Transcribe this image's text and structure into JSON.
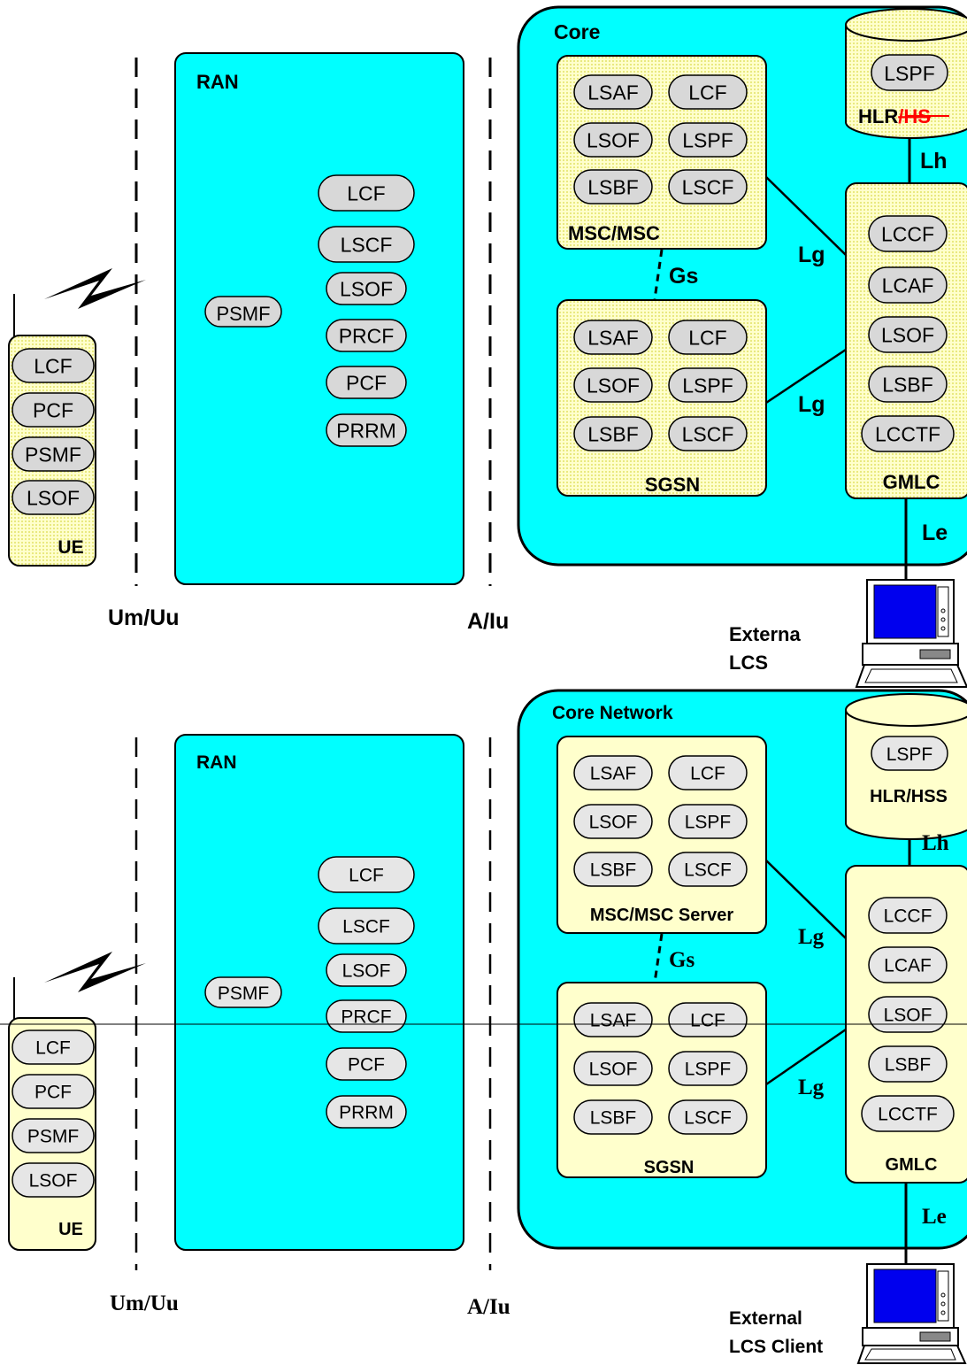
{
  "colors": {
    "network_fill": "#00ffff",
    "node_fill": "#ffffcc",
    "node_dot": "#e9e980",
    "pill_fill": "#e6e6e6",
    "pill_fill_top": "#d8d8d8",
    "monitor_screen": "#0000ee",
    "strike": "#ff0000"
  },
  "top": {
    "core_label": "Core",
    "ran_label": "RAN",
    "ran_outer": [
      "LCF",
      "LSCF",
      "LSOF",
      "PRCF",
      "PCF",
      "PRRM"
    ],
    "psmf_label": "PSMF",
    "ue_label": "UE",
    "ue_pills": [
      "LCF",
      "PCF",
      "PSMF",
      "LSOF"
    ],
    "msc_label": "MSC/MSC",
    "msc_pills": [
      "LSAF",
      "LCF",
      "LSOF",
      "LSPF",
      "LSBF",
      "LSCF"
    ],
    "sgsn_label": "SGSN",
    "sgsn_pills": [
      "LSAF",
      "LCF",
      "LSOF",
      "LSPF",
      "LSBF",
      "LSCF"
    ],
    "hlr_pill": "LSPF",
    "hlr_label_main": "HLR",
    "hlr_label_struck": "/HS",
    "gmlc_label": "GMLC",
    "gmlc_pills": [
      "LCCF",
      "LCAF",
      "LSOF",
      "LSBF",
      "LCCTF"
    ],
    "gs_label": "Gs",
    "lg_label": "Lg",
    "lh_label": "Lh",
    "le_label": "Le",
    "um_label": "Um/Uu",
    "aiu_label": "A/Iu",
    "client_line1": "Externa",
    "client_line2": "LCS"
  },
  "bottom": {
    "core_label": "Core Network",
    "ran_label": "RAN",
    "ran_outer": [
      "LCF",
      "LSCF",
      "LSOF",
      "PRCF",
      "PCF",
      "PRRM"
    ],
    "psmf_label": "PSMF",
    "ue_label": "UE",
    "ue_pills": [
      "LCF",
      "PCF",
      "PSMF",
      "LSOF"
    ],
    "msc_label": "MSC/MSC Server",
    "msc_pills": [
      "LSAF",
      "LCF",
      "LSOF",
      "LSPF",
      "LSBF",
      "LSCF"
    ],
    "sgsn_label": "SGSN",
    "sgsn_pills": [
      "LSAF",
      "LCF",
      "LSOF",
      "LSPF",
      "LSBF",
      "LSCF"
    ],
    "hlr_pill": "LSPF",
    "hlr_label": "HLR/HSS",
    "gmlc_label": "GMLC",
    "gmlc_pills": [
      "LCCF",
      "LCAF",
      "LSOF",
      "LSBF",
      "LCCTF"
    ],
    "gs_label": "Gs",
    "lg_label": "Lg",
    "lh_label": "Lh",
    "le_label": "Le",
    "um_label": "Um/Uu",
    "aiu_label": "A/Iu",
    "client_line1": "External",
    "client_line2": "LCS Client"
  }
}
